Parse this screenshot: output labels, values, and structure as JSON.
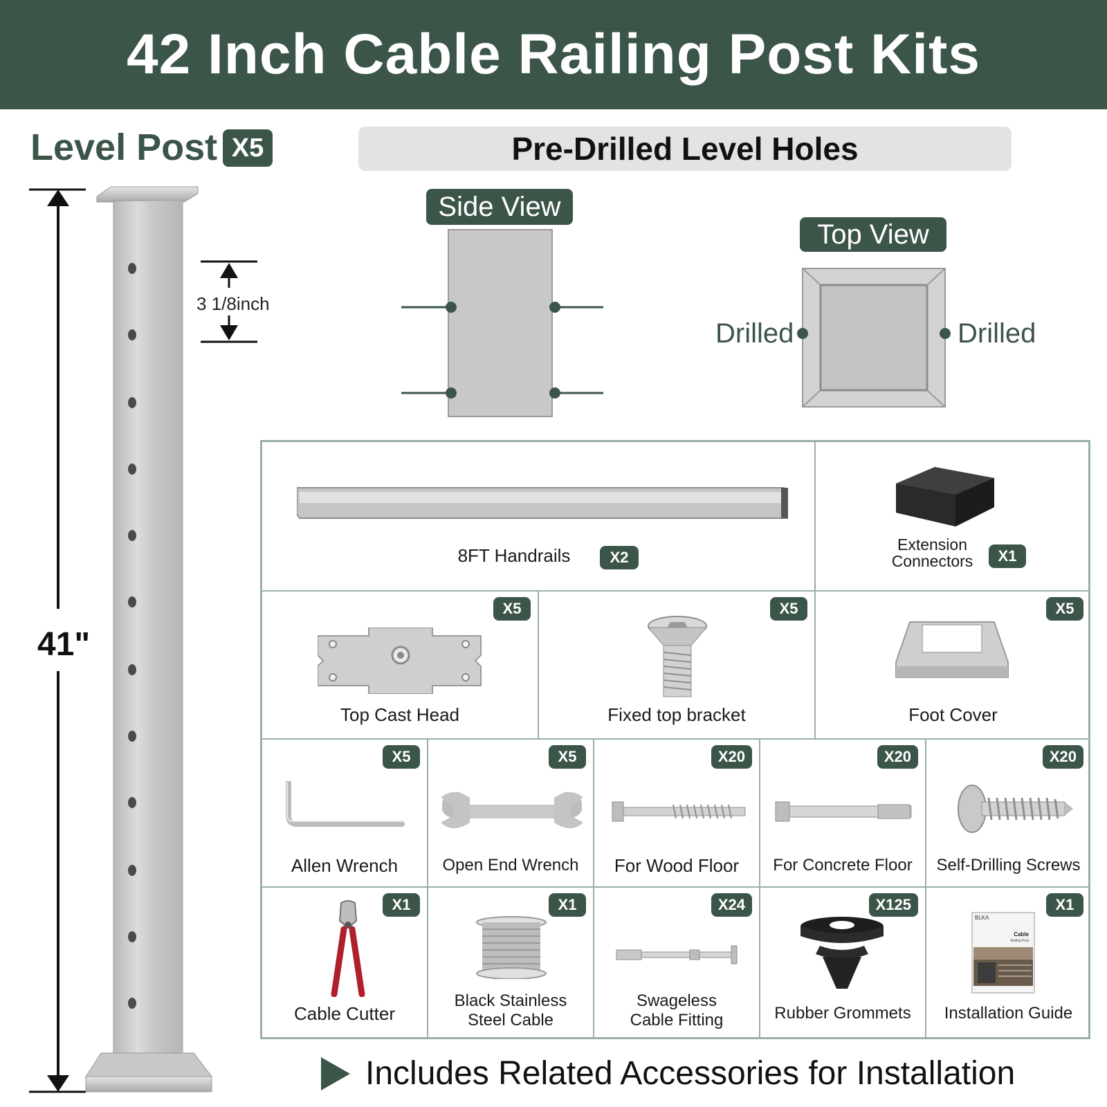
{
  "header": {
    "title": "42 Inch Cable Railing Post Kits"
  },
  "post": {
    "title": "Level Post",
    "qty": "X5",
    "hole_spacing": "3 1/8inch",
    "height": "41\""
  },
  "holes": {
    "banner": "Pre-Drilled Level Holes",
    "side_view_label": "Side View",
    "top_view_label": "Top View",
    "drilled_left": "Drilled",
    "drilled_right": "Drilled"
  },
  "kit": {
    "items": [
      {
        "label": "8FT Handrails",
        "qty": "X2",
        "icon": "handrail-icon"
      },
      {
        "label_line1": "Extension",
        "label_line2": "Connectors",
        "qty": "X1",
        "icon": "connector-icon"
      },
      {
        "label": "Top Cast Head",
        "qty": "X5",
        "icon": "cast-head-icon"
      },
      {
        "label": "Fixed top bracket",
        "qty": "X5",
        "icon": "bolt-icon"
      },
      {
        "label": "Foot Cover",
        "qty": "X5",
        "icon": "foot-cover-icon"
      },
      {
        "label": "Allen Wrench",
        "qty": "X5",
        "icon": "allen-wrench-icon"
      },
      {
        "label": "Open End Wrench",
        "qty": "X5",
        "icon": "wrench-icon"
      },
      {
        "label": "For Wood Floor",
        "qty": "X20",
        "icon": "lag-screw-icon"
      },
      {
        "label": "For Concrete Floor",
        "qty": "X20",
        "icon": "anchor-bolt-icon"
      },
      {
        "label": "Self-Drilling Screws",
        "qty": "X20",
        "icon": "screw-icon"
      },
      {
        "label": "Cable Cutter",
        "qty": "X1",
        "icon": "cable-cutter-icon"
      },
      {
        "label_line1": "Black Stainless",
        "label_line2": "Steel Cable",
        "qty": "X1",
        "icon": "cable-spool-icon"
      },
      {
        "label_line1": "Swageless",
        "label_line2": "Cable Fitting",
        "qty": "X24",
        "icon": "cable-fitting-icon"
      },
      {
        "label": "Rubber Grommets",
        "qty": "X125",
        "icon": "grommet-icon"
      },
      {
        "label": "Installation Guide",
        "qty": "X1",
        "icon": "guide-booklet-icon"
      }
    ]
  },
  "guide_cover": {
    "brand": "BLKA",
    "title_line1": "Cable",
    "title_line2": "Railing Post"
  },
  "footer": {
    "text": "Includes Related Accessories for Installation"
  },
  "colors": {
    "brand": "#3c5549",
    "grid_border": "#98b0a3",
    "banner_bg": "#e3e3e3"
  }
}
